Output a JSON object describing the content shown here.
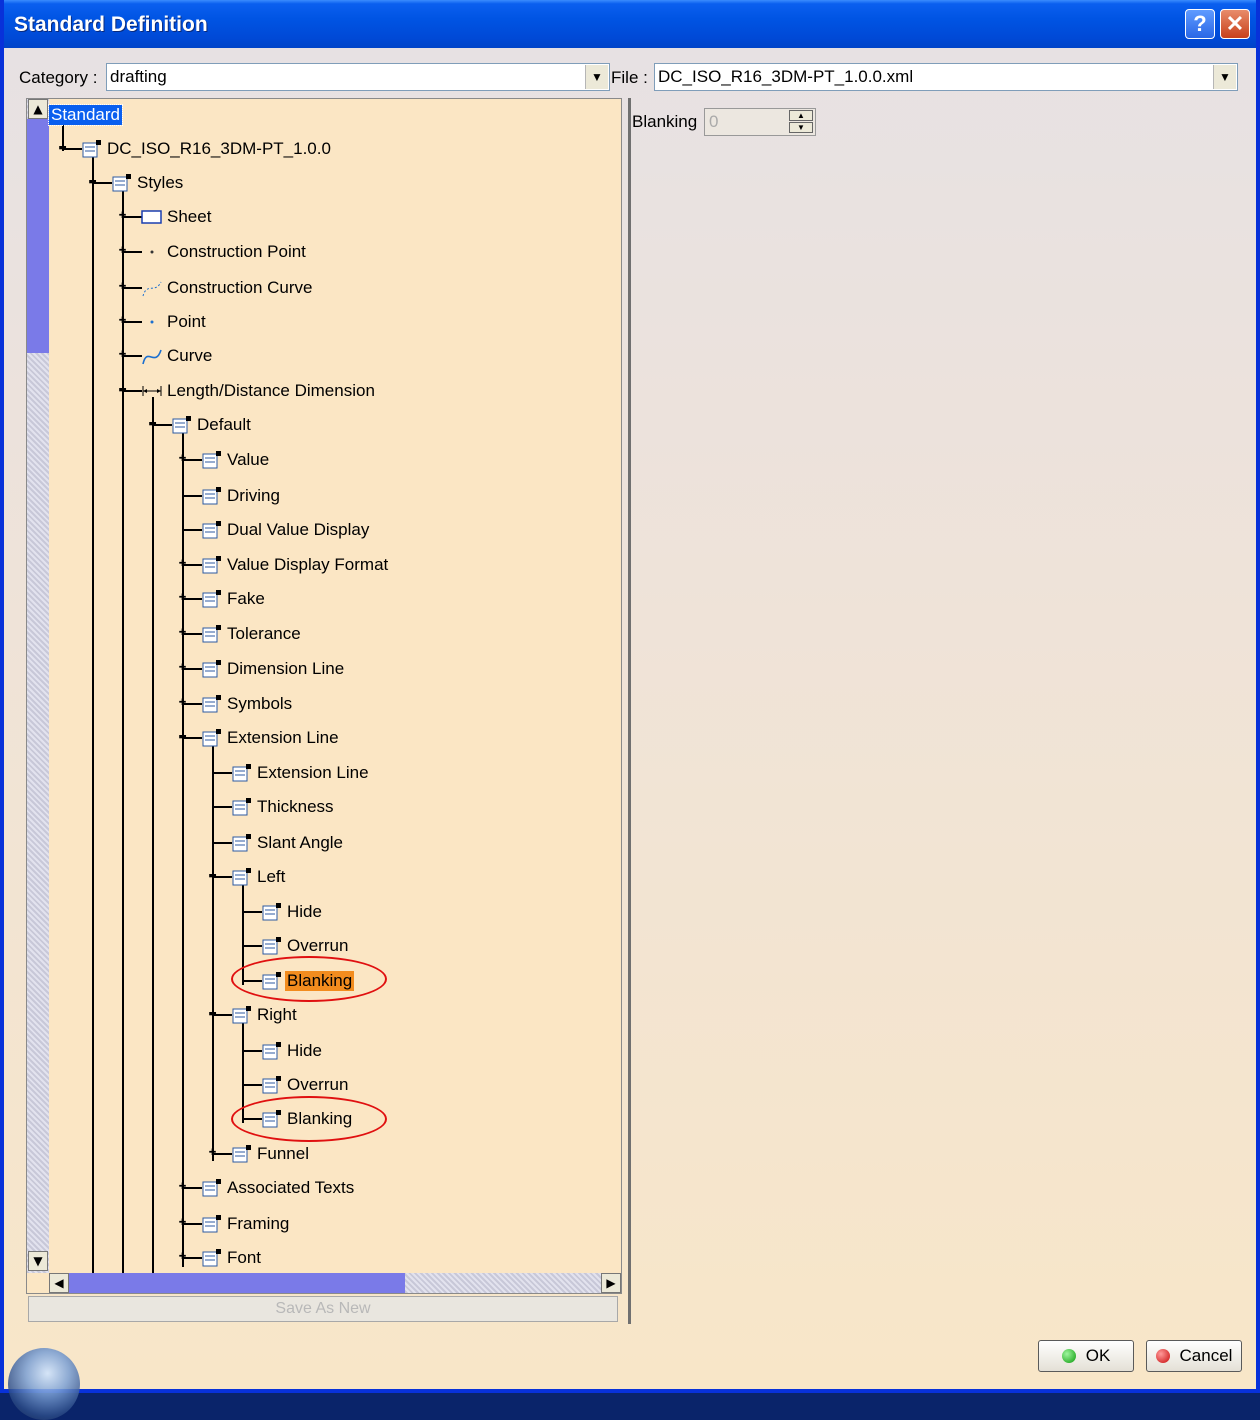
{
  "window": {
    "title": "Standard Definition"
  },
  "category": {
    "label": "Category :",
    "value": "drafting"
  },
  "file": {
    "label": "File :",
    "value": "DC_ISO_R16_3DM-PT_1.0.0.xml"
  },
  "tree": {
    "root": "Standard",
    "standard_file": "DC_ISO_R16_3DM-PT_1.0.0",
    "styles": "Styles",
    "sheet": "Sheet",
    "construction_point": "Construction Point",
    "construction_curve": "Construction Curve",
    "point": "Point",
    "curve": "Curve",
    "length_distance_dimension": "Length/Distance Dimension",
    "default": "Default",
    "value": "Value",
    "driving": "Driving",
    "dual_value_display": "Dual Value Display",
    "value_display_format": "Value Display Format",
    "fake": "Fake",
    "tolerance": "Tolerance",
    "dimension_line": "Dimension Line",
    "symbols": "Symbols",
    "extension_line": "Extension Line",
    "extension_line_child": "Extension Line",
    "thickness": "Thickness",
    "slant_angle": "Slant Angle",
    "left": "Left",
    "left_hide": "Hide",
    "left_overrun": "Overrun",
    "left_blanking": "Blanking",
    "right": "Right",
    "right_hide": "Hide",
    "right_overrun": "Overrun",
    "right_blanking": "Blanking",
    "funnel": "Funnel",
    "associated_texts": "Associated Texts",
    "framing": "Framing",
    "font": "Font"
  },
  "save_as_new": "Save As New",
  "blanking": {
    "label": "Blanking",
    "value": "0"
  },
  "ok_label": "OK",
  "cancel_label": "Cancel",
  "colors": {
    "title_bar": "#0054e3",
    "tree_bg": "#fbe6c4",
    "selection": "#0a5fef",
    "highlight": "#f28c1e",
    "annotation_ring": "#e01010",
    "scroll_thumb": "#7a7ae8"
  }
}
